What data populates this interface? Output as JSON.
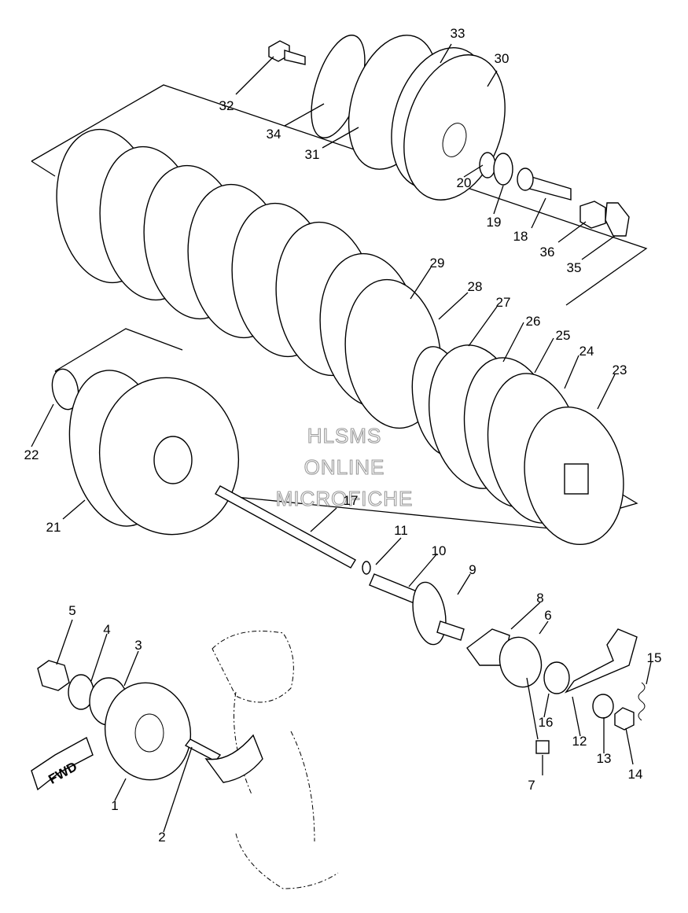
{
  "watermark": {
    "lines": [
      "HLSMS",
      "ONLINE",
      "MICROFICHE"
    ]
  },
  "direction_badge": {
    "label": "FWD"
  },
  "callouts": [
    "1",
    "2",
    "3",
    "4",
    "5",
    "6",
    "7",
    "8",
    "9",
    "10",
    "11",
    "12",
    "13",
    "14",
    "15",
    "16",
    "17",
    "18",
    "19",
    "20",
    "21",
    "22",
    "23",
    "24",
    "25",
    "26",
    "27",
    "28",
    "29",
    "30",
    "31",
    "32",
    "33",
    "34",
    "35",
    "36"
  ],
  "colors": {
    "line": "#000000",
    "background": "#ffffff",
    "watermark_outline": "#9a9a9a"
  }
}
